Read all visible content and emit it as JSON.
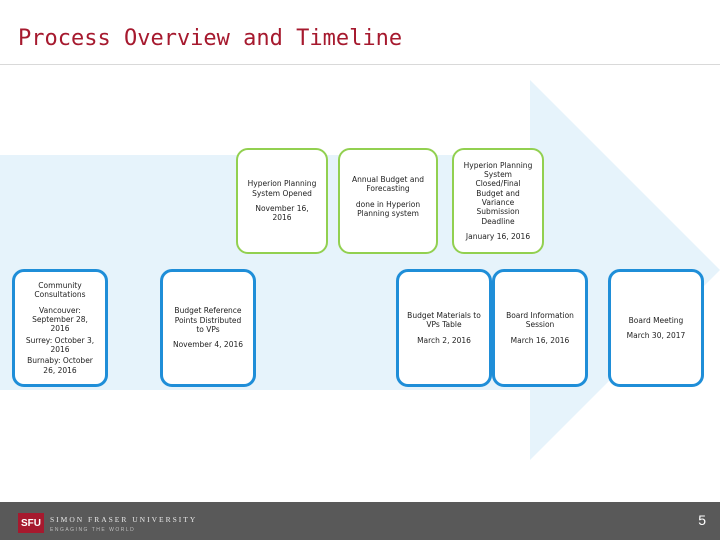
{
  "title": "Process Overview and Timeline",
  "colors": {
    "title": "#a6192e",
    "arrow": "#e6f3fb",
    "green_border": "#92d050",
    "blue_border": "#1f8ed8",
    "footer": "#595959",
    "logo_red": "#a6192e"
  },
  "milestones_top": [
    {
      "lines": [
        "Hyperion Planning System Opened",
        "November 16, 2016"
      ]
    },
    {
      "lines": [
        "Annual Budget and Forecasting",
        "done in Hyperion Planning system"
      ]
    },
    {
      "lines": [
        "Hyperion Planning System Closed/Final Budget and Variance Submission Deadline",
        "January 16, 2016"
      ]
    }
  ],
  "milestones_bottom": [
    {
      "lines": [
        "Community Consultations",
        "Vancouver: September 28, 2016",
        "Surrey: October 3, 2016",
        "Burnaby: October 26, 2016"
      ]
    },
    {
      "lines": [
        "Budget Reference Points Distributed to VPs",
        "November 4, 2016"
      ]
    },
    {
      "lines": [
        "Budget Materials to VPs Table",
        "March 2, 2016"
      ]
    },
    {
      "lines": [
        "Board Information Session",
        "March 16, 2016"
      ]
    },
    {
      "lines": [
        "Board Meeting",
        "March 30, 2017"
      ]
    }
  ],
  "footer": {
    "logo_mark": "SFU",
    "university_name": "SIMON FRASER UNIVERSITY",
    "tagline": "ENGAGING THE WORLD",
    "page_number": "5"
  }
}
